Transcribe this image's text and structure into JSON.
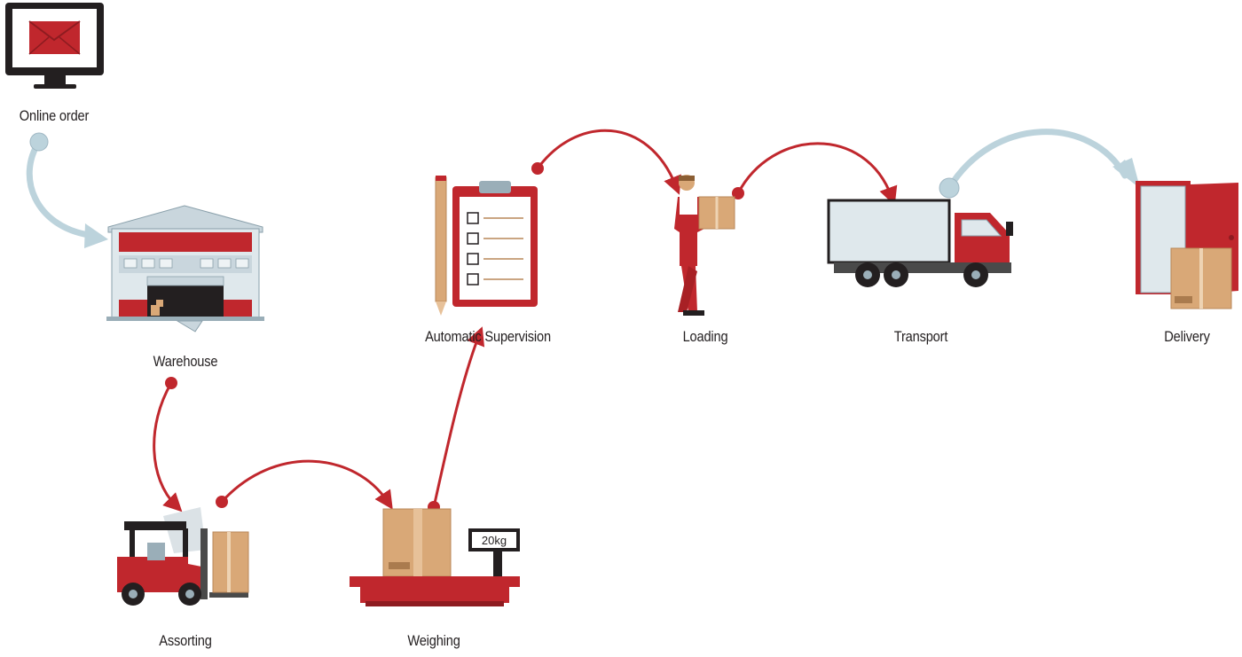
{
  "diagram": {
    "steps": [
      {
        "id": "online",
        "label": "Online order",
        "icon": "computer-monitor-icon"
      },
      {
        "id": "warehouse",
        "label": "Warehouse",
        "icon": "warehouse-icon"
      },
      {
        "id": "assorting",
        "label": "Assorting",
        "icon": "forklift-icon"
      },
      {
        "id": "weighing",
        "label": "Weighing",
        "icon": "weighing-scale-icon"
      },
      {
        "id": "supervision",
        "label": "Automatic Supervision",
        "icon": "clipboard-checklist-icon"
      },
      {
        "id": "loading",
        "label": "Loading",
        "icon": "worker-carrying-box-icon"
      },
      {
        "id": "transport",
        "label": "Transport",
        "icon": "truck-icon"
      },
      {
        "id": "delivery",
        "label": "Delivery",
        "icon": "door-with-package-icon"
      }
    ],
    "scale_readout": "20kg",
    "colors": {
      "accent_red": "#c0272d",
      "arrow_blue": "#bcd3dc",
      "box_tan": "#d9a877",
      "dark": "#231f20",
      "steel": "#c9d6dd"
    }
  }
}
